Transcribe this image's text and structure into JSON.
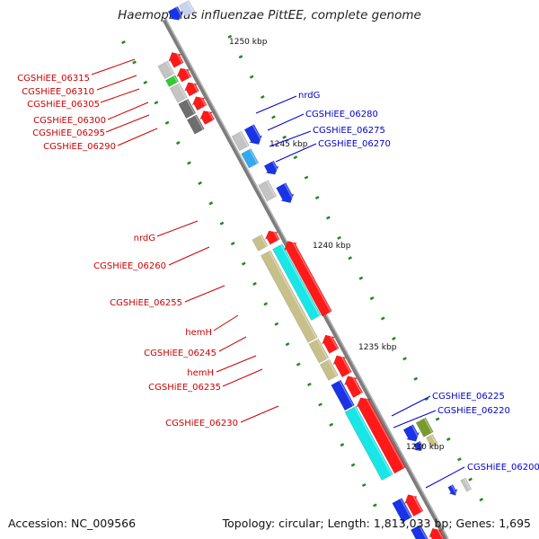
{
  "title": "Haemophilus influenzae PittEE, complete genome",
  "footer": {
    "accession": "Accession: NC_009566",
    "summary": "Topology: circular; Length: 1,813,033 bp; Genes: 1,695"
  },
  "colors": {
    "backbone": "#8a8a8a",
    "tick_dot": "#1f8a1f",
    "red_label": "#cc0000",
    "blue_label": "#0000cc",
    "red_feature": "#ff1a1a",
    "blue_feature": "#1a33e6",
    "cyan_feature": "#19e6e6",
    "tan_feature": "#c8c08a",
    "gray_feature": "#c4c4c4",
    "darkgray_feature": "#6e6e6e",
    "olive_feature": "#7a9a30"
  },
  "scale_labels": [
    "1250 kbp",
    "1245 kbp",
    "1240 kbp",
    "1235 kbp",
    "1230 kbp"
  ],
  "left_labels": [
    "CGSHiEE_06315",
    "CGSHiEE_06310",
    "CGSHiEE_06305",
    "CGSHiEE_06300",
    "CGSHiEE_06295",
    "CGSHiEE_06290",
    "nrdG",
    "CGSHiEE_06260",
    "CGSHiEE_06255",
    "hemH",
    "CGSHiEE_06245",
    "hemH",
    "CGSHiEE_06235",
    "CGSHiEE_06230"
  ],
  "right_labels": [
    "nrdG",
    "CGSHiEE_06280",
    "CGSHiEE_06275",
    "CGSHiEE_06270",
    "CGSHiEE_06225",
    "CGSHiEE_06220",
    "CGSHiEE_06200"
  ]
}
